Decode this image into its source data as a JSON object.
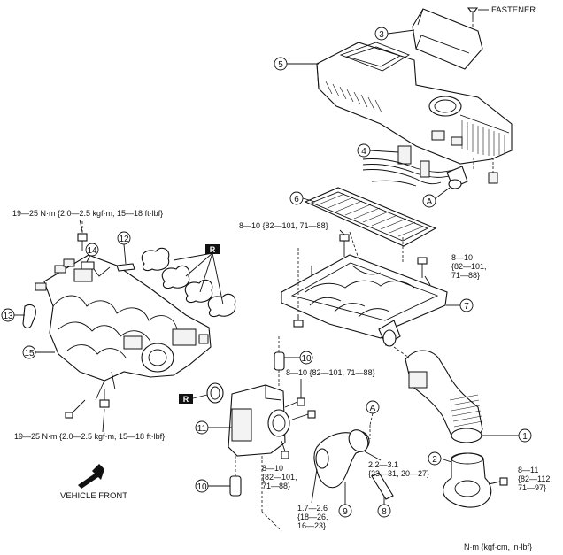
{
  "callouts": [
    {
      "id": "c1",
      "num": "1"
    },
    {
      "id": "c2",
      "num": "2"
    },
    {
      "id": "c3",
      "num": "3"
    },
    {
      "id": "c4",
      "num": "4"
    },
    {
      "id": "c5",
      "num": "5"
    },
    {
      "id": "c6",
      "num": "6"
    },
    {
      "id": "c7",
      "num": "7"
    },
    {
      "id": "c8",
      "num": "8"
    },
    {
      "id": "c9",
      "num": "9"
    },
    {
      "id": "c10a",
      "num": "10"
    },
    {
      "id": "c10b",
      "num": "10"
    },
    {
      "id": "c11",
      "num": "11"
    },
    {
      "id": "c12",
      "num": "12"
    },
    {
      "id": "c13",
      "num": "13"
    },
    {
      "id": "c14",
      "num": "14"
    },
    {
      "id": "c15",
      "num": "15"
    }
  ],
  "ref_letter": "A",
  "replace_mark": "R",
  "labels": {
    "fastener": "FASTENER",
    "vehicle_front": "VEHICLE FRONT",
    "units": "N·m {kgf·cm, in·lbf}"
  },
  "torques": {
    "manifold_top": "19—25 N·m {2.0—2.5 kgf·m, 15—18 ft·lbf}",
    "manifold_bottom": "19—25 N·m {2.0—2.5 kgf·m, 15—18 ft·lbf}",
    "case_left": "8—10 {82—101, 71—88}",
    "case_right": [
      "8—10",
      "{82—101,",
      "71—88}"
    ],
    "throttle_top": "8—10 {82—101, 71—88}",
    "throttle_bottom": [
      "8—10",
      "{82—101,",
      "71—88}"
    ],
    "hose_clamp": [
      "1.7—2.6",
      "{18—26,",
      "16—23}"
    ],
    "duct_clamp": [
      "2.2—3.1",
      "{23—31, 20—27}"
    ],
    "pipe_bolt": [
      "8—11",
      "{82—112,",
      "71—97}"
    ]
  }
}
